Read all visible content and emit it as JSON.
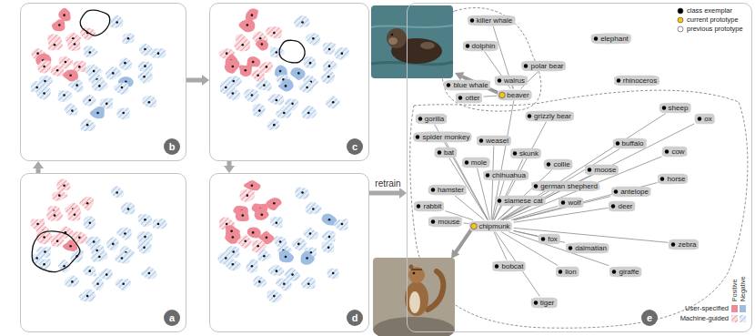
{
  "diagram": {
    "nodes": [
      {
        "text": [
          "a"
        ]
      },
      {
        "text": [
          "b"
        ]
      },
      {
        "text": [
          "c"
        ]
      },
      {
        "text": [
          "d"
        ]
      },
      {
        "text": [
          "e"
        ]
      },
      {
        "text": [
          "killer whale"
        ],
        "in": 4
      },
      {
        "text": [
          "dolphin"
        ],
        "in": 4
      },
      {
        "text": [
          "elephant"
        ],
        "in": 4
      },
      {
        "text": [
          "polar bear"
        ],
        "in": 4
      },
      {
        "text": [
          "walrus"
        ],
        "in": 4
      },
      {
        "text": [
          "blue whale"
        ],
        "in": 4
      },
      {
        "text": [
          "rhinoceros"
        ],
        "in": 4
      },
      {
        "text": [
          "beaver"
        ],
        "in": 4
      },
      {
        "text": [
          "otter"
        ],
        "in": 4
      },
      {
        "text": [
          "sheep"
        ],
        "in": 4
      },
      {
        "text": [
          "grizzly bear"
        ],
        "in": 4
      },
      {
        "text": [
          "gorilla"
        ],
        "in": 4
      },
      {
        "text": [
          "ox"
        ],
        "in": 4
      },
      {
        "text": [
          "spider monkey"
        ],
        "in": 4
      },
      {
        "text": [
          "weasel"
        ],
        "in": 4
      },
      {
        "text": [
          "buffalo"
        ],
        "in": 4
      },
      {
        "text": [
          "skunk"
        ],
        "in": 4
      },
      {
        "text": [
          "cow"
        ],
        "in": 4
      },
      {
        "text": [
          "bat"
        ],
        "in": 4
      },
      {
        "text": [
          "mole"
        ],
        "in": 4
      },
      {
        "text": [
          "collie"
        ],
        "in": 4
      },
      {
        "text": [
          "moose"
        ],
        "in": 4
      },
      {
        "text": [
          "chihuahua"
        ],
        "in": 4
      },
      {
        "text": [
          "horse"
        ],
        "in": 4
      },
      {
        "text": [
          "german shepherd"
        ],
        "in": 4
      },
      {
        "text": [
          "hamster"
        ],
        "in": 4
      },
      {
        "text": [
          "antelope"
        ],
        "in": 4
      },
      {
        "text": [
          "siamese cat"
        ],
        "in": 4
      },
      {
        "text": [
          "wolf"
        ],
        "in": 4
      },
      {
        "text": [
          "deer"
        ],
        "in": 4
      },
      {
        "text": [
          "rabbit"
        ],
        "in": 4
      },
      {
        "text": [
          "mouse"
        ],
        "in": 4
      },
      {
        "text": [
          "chipmunk"
        ],
        "in": 4
      },
      {
        "text": [
          "fox"
        ],
        "in": 4
      },
      {
        "text": [
          "zebra"
        ],
        "in": 4
      },
      {
        "text": [
          "dalmatian"
        ],
        "in": 4
      },
      {
        "text": [
          "bobcat"
        ],
        "in": 4
      },
      {
        "text": [
          "lion"
        ],
        "in": 4
      },
      {
        "text": [
          "giraffe"
        ],
        "in": 4
      },
      {
        "text": [
          "tiger"
        ],
        "in": 4
      }
    ],
    "edges": [
      {
        "from": 0,
        "to": 1,
        "arrow": "to"
      },
      {
        "from": 1,
        "to": 2,
        "arrow": "to"
      },
      {
        "from": 2,
        "to": 3,
        "arrow": "to"
      },
      {
        "from": 3,
        "to": 4,
        "label": "retrain",
        "arrow": "to"
      },
      {
        "from": 12,
        "to": 5,
        "arrow": "none"
      },
      {
        "from": 12,
        "to": 6,
        "arrow": "none"
      },
      {
        "from": 12,
        "to": 8,
        "arrow": "none"
      },
      {
        "from": 12,
        "to": 9,
        "arrow": "none"
      },
      {
        "from": 12,
        "to": 10,
        "arrow": "none"
      },
      {
        "from": 12,
        "to": 13,
        "arrow": "none"
      },
      {
        "from": 37,
        "to": 12,
        "arrow": "none"
      },
      {
        "from": 37,
        "to": 14,
        "arrow": "none"
      },
      {
        "from": 37,
        "to": 15,
        "arrow": "none"
      },
      {
        "from": 37,
        "to": 16,
        "arrow": "none"
      },
      {
        "from": 37,
        "to": 17,
        "arrow": "none"
      },
      {
        "from": 37,
        "to": 18,
        "arrow": "none"
      },
      {
        "from": 37,
        "to": 19,
        "arrow": "none"
      },
      {
        "from": 37,
        "to": 20,
        "arrow": "none"
      },
      {
        "from": 37,
        "to": 21,
        "arrow": "none"
      },
      {
        "from": 37,
        "to": 22,
        "arrow": "none"
      },
      {
        "from": 37,
        "to": 23,
        "arrow": "none"
      },
      {
        "from": 37,
        "to": 24,
        "arrow": "none"
      },
      {
        "from": 37,
        "to": 25,
        "arrow": "none"
      },
      {
        "from": 37,
        "to": 26,
        "arrow": "none"
      },
      {
        "from": 37,
        "to": 27,
        "arrow": "none"
      },
      {
        "from": 37,
        "to": 28,
        "arrow": "none"
      },
      {
        "from": 37,
        "to": 29,
        "arrow": "none"
      },
      {
        "from": 37,
        "to": 30,
        "arrow": "none"
      },
      {
        "from": 37,
        "to": 31,
        "arrow": "none"
      },
      {
        "from": 37,
        "to": 32,
        "arrow": "none"
      },
      {
        "from": 37,
        "to": 33,
        "arrow": "none"
      },
      {
        "from": 37,
        "to": 34,
        "arrow": "none"
      },
      {
        "from": 37,
        "to": 35,
        "arrow": "none"
      },
      {
        "from": 37,
        "to": 36,
        "arrow": "none"
      },
      {
        "from": 37,
        "to": 38,
        "arrow": "none"
      },
      {
        "from": 37,
        "to": 39,
        "arrow": "none"
      },
      {
        "from": 37,
        "to": 40,
        "arrow": "none"
      },
      {
        "from": 37,
        "to": 41,
        "arrow": "none"
      },
      {
        "from": 37,
        "to": 42,
        "arrow": "none"
      },
      {
        "from": 37,
        "to": 43,
        "arrow": "none"
      },
      {
        "from": 37,
        "to": 44,
        "arrow": "none"
      }
    ],
    "labels": [
      "Positive",
      "Negative"
    ],
    "legend": [
      {
        "text": "class exemplar",
        "color": "#000000"
      },
      {
        "text": "current prototype",
        "color": "#f5c518"
      },
      {
        "text": "previous prototype",
        "color": "#ffffff"
      },
      {
        "text": "User-specified"
      },
      {
        "text": "Machine-guided"
      }
    ]
  }
}
